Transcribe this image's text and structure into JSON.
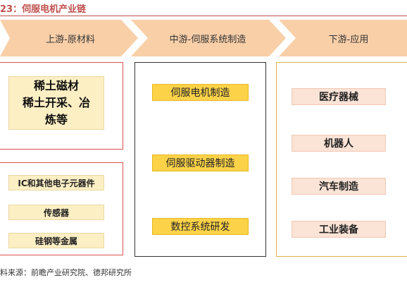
{
  "figure": {
    "title": "23：伺服电机产业链",
    "source": "料来源：前瞻产业研究院、德邦研究所"
  },
  "stages": [
    {
      "label": "上游-原材料"
    },
    {
      "label": "中游-伺服系统制造"
    },
    {
      "label": "下游-应用"
    }
  ],
  "upstream": {
    "main_block": {
      "lines": [
        "稀土磁材",
        "稀土开采、冶",
        "炼等"
      ]
    },
    "items": [
      "IC和其他电子元器件",
      "传感器",
      "硅钢等金属"
    ]
  },
  "midstream": {
    "items": [
      "伺服电机制造",
      "伺服驱动器制造",
      "数控系统研发"
    ]
  },
  "downstream": {
    "items": [
      "医疗器械",
      "机器人",
      "汽车制造",
      "工业装备"
    ]
  },
  "colors": {
    "title": "#c0504d",
    "banner": "#f9cfa8",
    "panel_upstream_border": "#d9534f",
    "panel_midstream_border": "#333333",
    "panel_downstream_border": "#e2b04a",
    "node_upstream": "#fdefc4",
    "node_midstream": "#fbd248",
    "node_downstream": "#fbe3d6"
  }
}
